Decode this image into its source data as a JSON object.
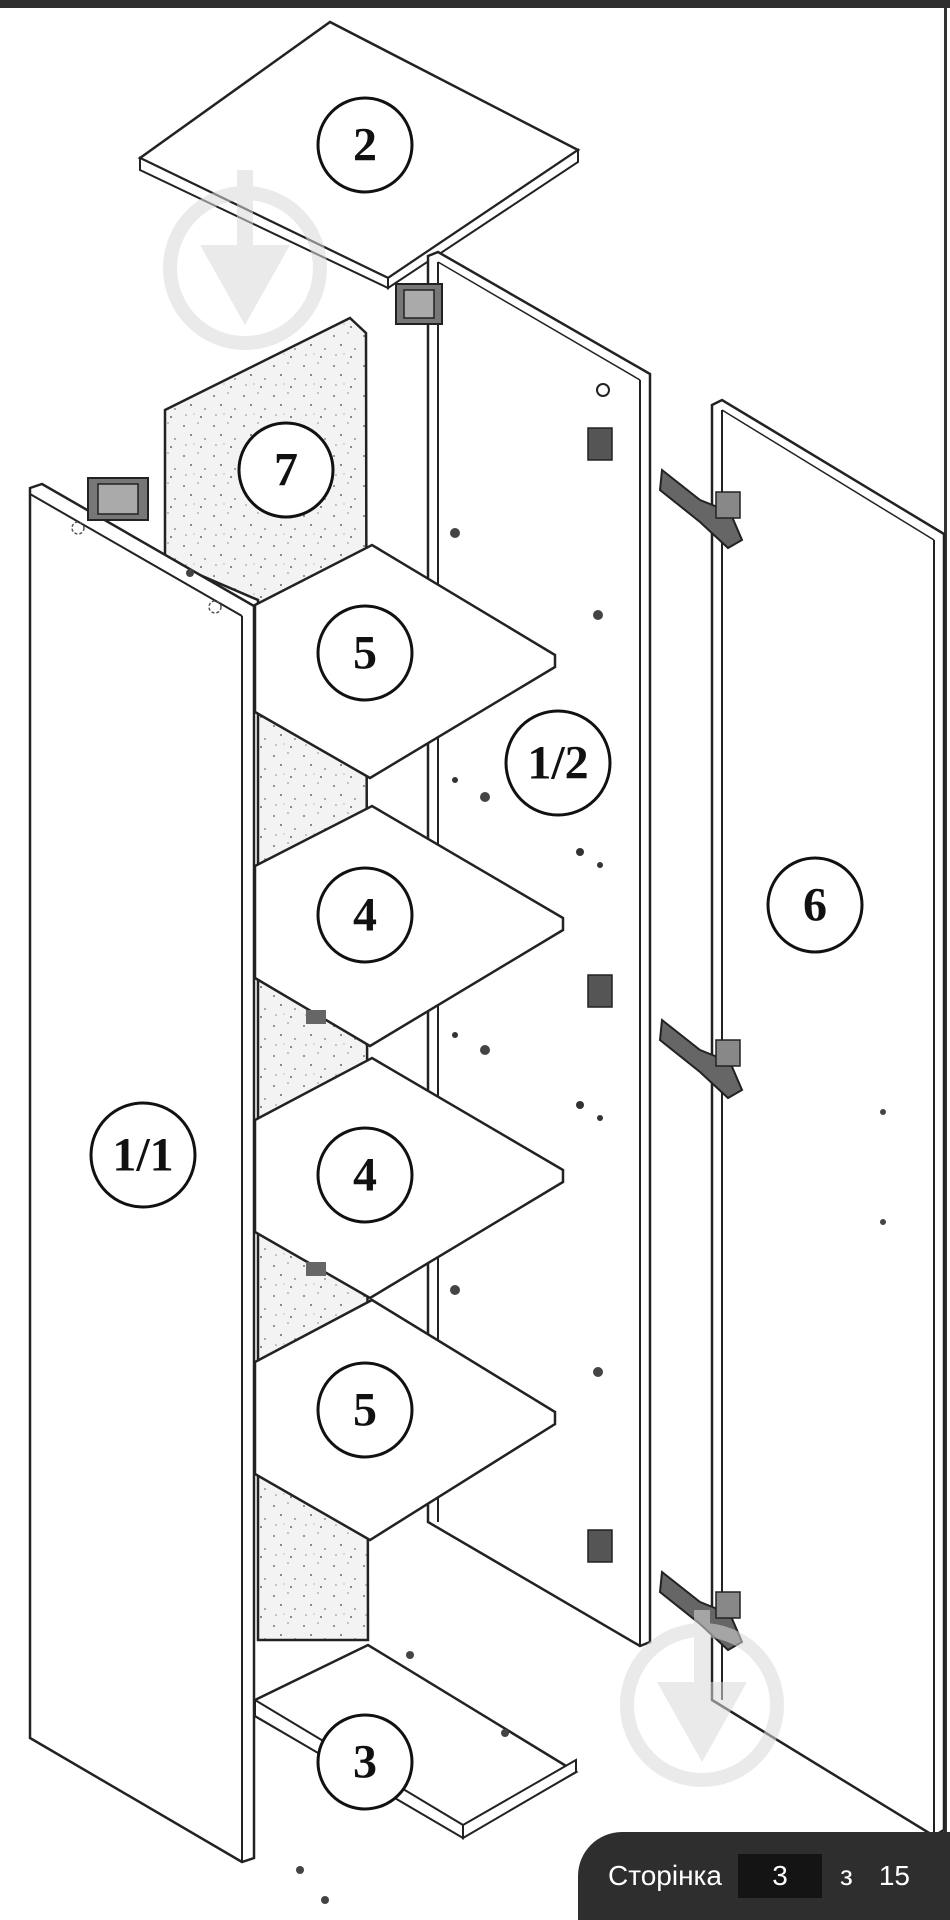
{
  "parts": {
    "p2": "2",
    "p7": "7",
    "p5_top": "5",
    "p4_upper": "4",
    "p4_lower": "4",
    "p5_bottom": "5",
    "p1_1": "1/1",
    "p1_2": "1/2",
    "p6": "6",
    "p3": "3"
  },
  "pager": {
    "label": "Сторінка",
    "current": "3",
    "separator": "з",
    "total": "15"
  },
  "colors": {
    "line": "#222222",
    "panel": "#ffffff",
    "back_panel": "#f2f2f2",
    "watermark": "#d9d9d9",
    "pager_bg": "#2e2e2e"
  }
}
